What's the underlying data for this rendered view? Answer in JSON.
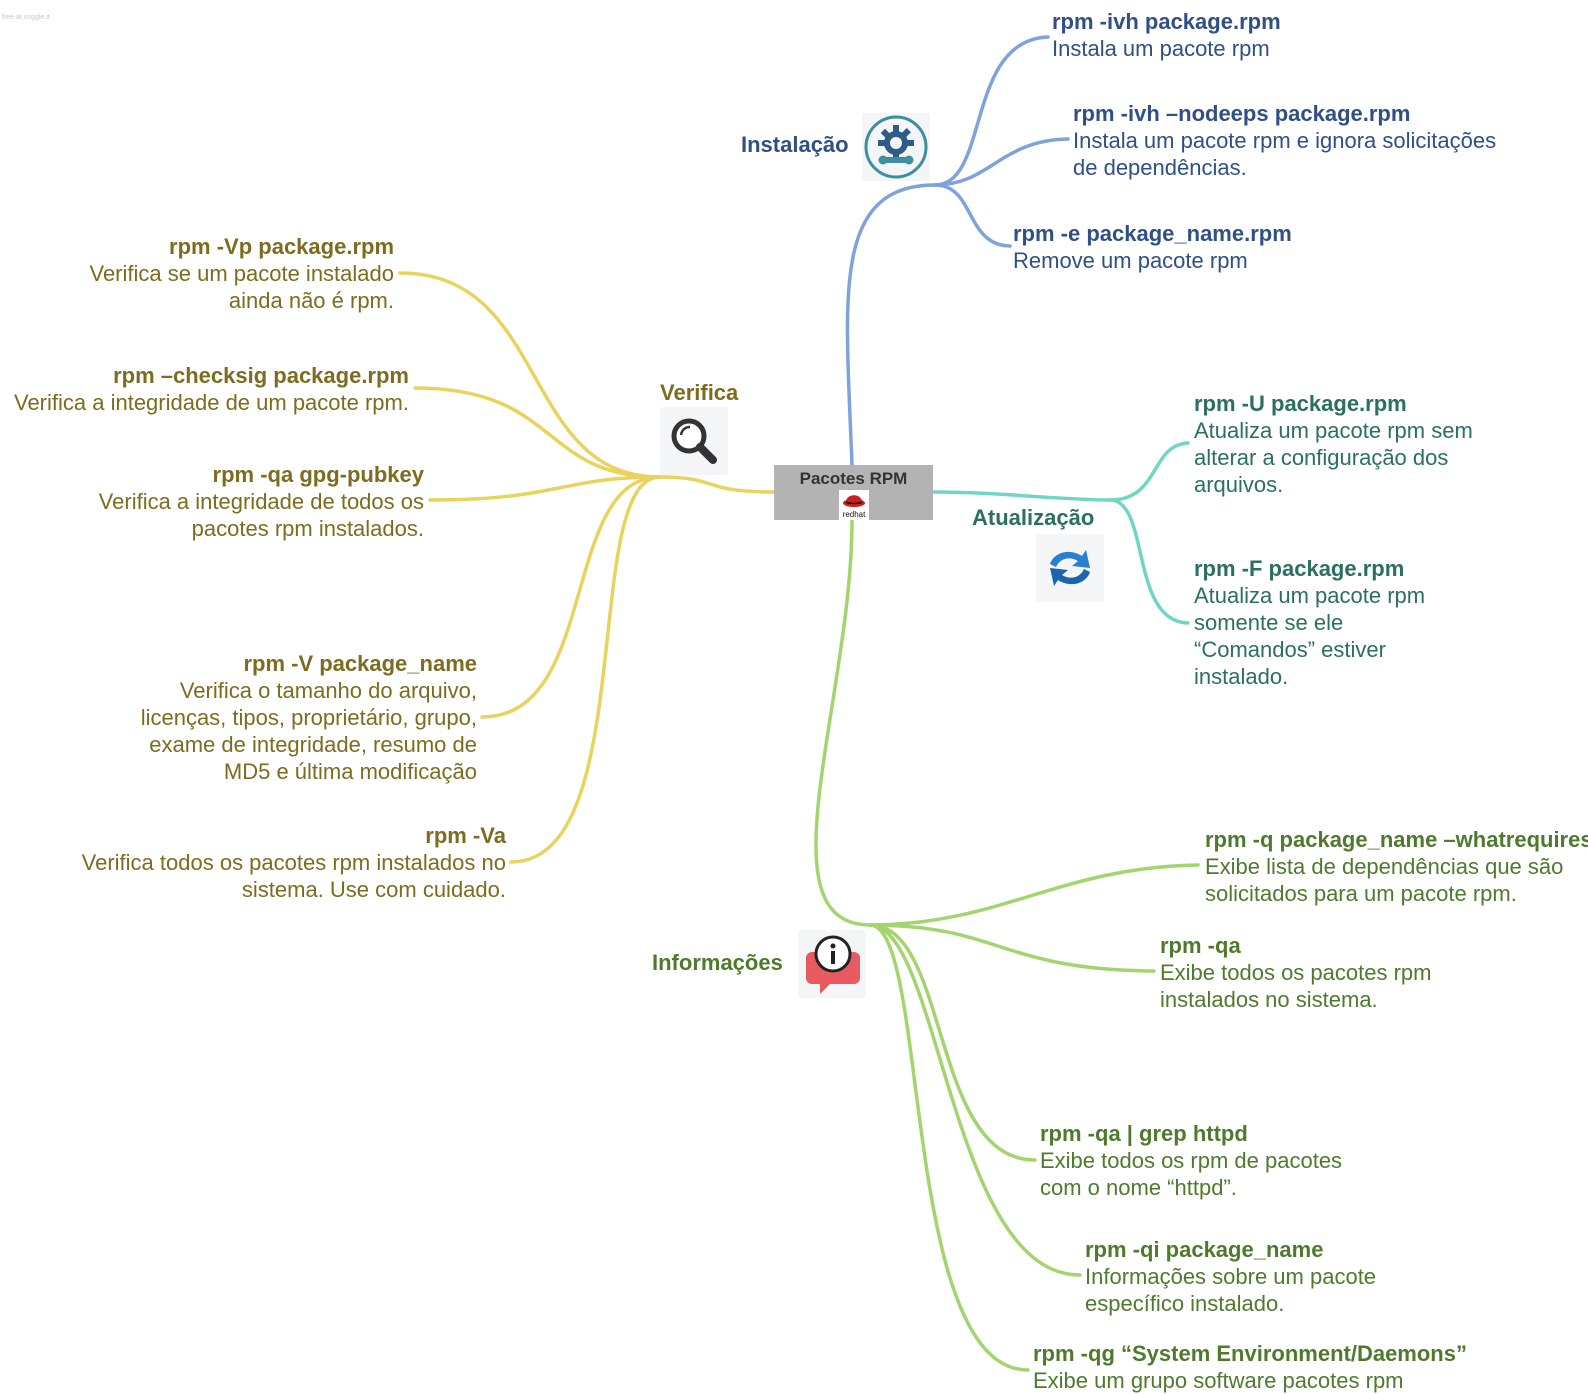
{
  "watermark": "free at coggle.it",
  "central": {
    "title": "Pacotes RPM",
    "logo_icon": "redhat-logo-icon",
    "logo_text": "redhat"
  },
  "colors": {
    "instalacao": "#7ea3dc",
    "verifica": "#e8d35c",
    "atualizacao": "#6fd6c6",
    "informacoes": "#a3d46e"
  },
  "branches": {
    "instalacao": {
      "label": "Instalação",
      "icon": "gear-wrench-icon",
      "items": [
        {
          "cmd": "rpm -ivh package.rpm",
          "desc": [
            "Instala um pacote rpm"
          ]
        },
        {
          "cmd": "rpm -ivh –nodeeps package.rpm",
          "desc": [
            "Instala um pacote rpm e ignora solicitações",
            "de dependências."
          ]
        },
        {
          "cmd": "rpm -e package_name.rpm",
          "desc": [
            "Remove um pacote rpm"
          ]
        }
      ]
    },
    "verifica": {
      "label": "Verifica",
      "icon": "magnifier-icon",
      "items": [
        {
          "cmd": "rpm -Vp package.rpm",
          "desc": [
            "Verifica se um pacote instalado",
            "ainda não é rpm."
          ]
        },
        {
          "cmd": "rpm –checksig package.rpm",
          "desc": [
            "Verifica a integridade de um pacote rpm."
          ]
        },
        {
          "cmd": "rpm -qa gpg-pubkey",
          "desc": [
            "Verifica a integridade de todos os",
            "pacotes rpm instalados."
          ]
        },
        {
          "cmd": "rpm -V package_name",
          "desc": [
            "Verifica o tamanho do arquivo,",
            "licenças, tipos, proprietário, grupo,",
            "exame de integridade, resumo de",
            "MD5 e última modificação"
          ]
        },
        {
          "cmd": "rpm -Va",
          "desc": [
            "Verifica todos os pacotes rpm instalados no",
            "sistema. Use com cuidado."
          ]
        }
      ]
    },
    "atualizacao": {
      "label": "Atualização",
      "icon": "refresh-arrows-icon",
      "items": [
        {
          "cmd": "rpm -U package.rpm",
          "desc": [
            "Atualiza um pacote rpm sem",
            "alterar a configuração dos",
            "arquivos."
          ]
        },
        {
          "cmd": "rpm -F package.rpm",
          "desc": [
            "Atualiza um pacote rpm",
            "somente se ele",
            "“Comandos” estiver",
            "instalado."
          ]
        }
      ]
    },
    "informacoes": {
      "label": "Informações",
      "icon": "info-speech-bubble-icon",
      "items": [
        {
          "cmd": "rpm -q package_name –whatrequires",
          "desc": [
            "Exibe lista de dependências que são",
            "solicitados para um pacote rpm."
          ]
        },
        {
          "cmd": "rpm -qa",
          "desc": [
            "Exibe todos os pacotes rpm",
            "instalados no sistema."
          ]
        },
        {
          "cmd": "rpm -qa | grep httpd",
          "desc": [
            "Exibe todos os rpm de pacotes",
            "com o nome “httpd”."
          ]
        },
        {
          "cmd": "rpm -qi package_name",
          "desc": [
            "Informações sobre um pacote",
            "específico instalado."
          ]
        },
        {
          "cmd": "rpm -qg “System Environment/Daemons”",
          "desc": [
            "Exibe um grupo software pacotes rpm"
          ]
        }
      ]
    }
  }
}
